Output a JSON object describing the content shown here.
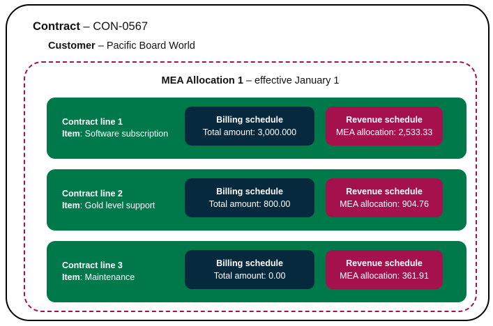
{
  "colors": {
    "contract_border": "#000000",
    "mea_border": "#A5114C",
    "contract_line": "#00794A",
    "billing_schedule": "#06293D",
    "revenue_schedule": "#A5114C",
    "text_on_dark": "#FFFFFF",
    "text_on_light": "#111111"
  },
  "contract": {
    "label": "Contract",
    "separator": " – ",
    "value": "CON-0567",
    "customer": {
      "label": "Customer",
      "separator": " – ",
      "value": "Pacific Board World"
    }
  },
  "mea_allocation": {
    "label": "MEA Allocation 1",
    "separator": " – ",
    "value": "effective January 1",
    "lines": [
      {
        "title": "Contract line 1",
        "item_label": "Item",
        "item_separator": ": ",
        "item_value": "Software subscription",
        "billing": {
          "title": "Billing schedule",
          "value_label": "Total amount",
          "value_separator": ": ",
          "value": "3,000.000"
        },
        "revenue": {
          "title": "Revenue schedule",
          "value_label": "MEA allocation",
          "value_separator": ": ",
          "value": "2,533.33"
        }
      },
      {
        "title": "Contract line 2",
        "item_label": "Item",
        "item_separator": ": ",
        "item_value": "Gold level support",
        "billing": {
          "title": "Billing schedule",
          "value_label": "Total amount",
          "value_separator": ": ",
          "value": "800.00"
        },
        "revenue": {
          "title": "Revenue schedule",
          "value_label": "MEA allocation",
          "value_separator": ": ",
          "value": "904.76"
        }
      },
      {
        "title": "Contract line 3",
        "item_label": "Item",
        "item_separator": ": ",
        "item_value": "Maintenance",
        "billing": {
          "title": "Billing schedule",
          "value_label": "Total amount",
          "value_separator": ": ",
          "value": "0.00"
        },
        "revenue": {
          "title": "Revenue schedule",
          "value_label": "MEA allocation",
          "value_separator": ": ",
          "value": "361.91"
        }
      }
    ]
  }
}
